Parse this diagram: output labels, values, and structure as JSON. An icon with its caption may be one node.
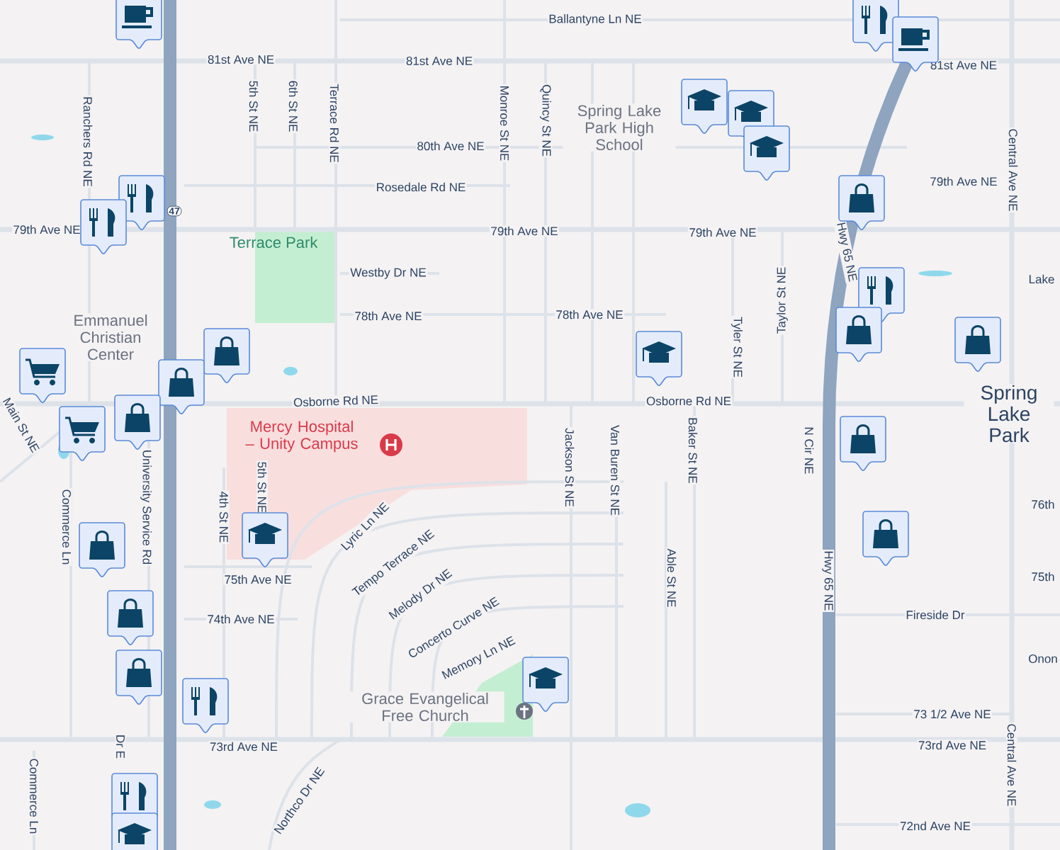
{
  "diagram": {
    "labels": [
      "Ballantyne Ln NE",
      "81st Ave NE",
      "81st Ave NE",
      "81st Ave NE",
      "Ranchers Rd NE",
      "5th St NE",
      "6th St NE",
      "Terrace Rd NE",
      "Monroe St NE",
      "Quincy St NE",
      "Spring Lake Park High School",
      "80th Ave NE",
      "Rosedale Rd NE",
      "47",
      "79th Ave NE",
      "79th Ave NE",
      "79th Ave NE",
      "79th Ave NE",
      "Central Ave NE",
      "Terrace Park",
      "Hwy 65 NE",
      "Westby Dr NE",
      "Taylor St NE",
      "Lake",
      "Emmanuel Christian Center",
      "78th Ave NE",
      "78th Ave NE",
      "Tyler St NE",
      "Osborne Rd NE",
      "Osborne Rd NE",
      "Spring Lake Park",
      "Mercy Hospital – Unity Campus",
      "Main St NE",
      "Jackson St NE",
      "Van Buren St NE",
      "Baker St NE",
      "N Cir NE",
      "76th",
      "Commerce Ln",
      "University Service Rd",
      "4th St NE",
      "5th St NE",
      "Lyric Ln NE",
      "75th Ave NE",
      "Tempo Terrace NE",
      "Melody Dr NE",
      "Able St NE",
      "Hwy 65 NE",
      "75th",
      "74th Ave NE",
      "Concerto Curve NE",
      "Fireside Dr",
      "Memory Ln NE",
      "Onon",
      "Grace Evangelical Free Church",
      "73 1/2 Ave NE",
      "Dr E",
      "73rd Ave NE",
      "73rd Ave NE",
      "Commerce Ln",
      "Northco Dr NE",
      "72nd Ave NE",
      "Central Ave NE"
    ]
  }
}
